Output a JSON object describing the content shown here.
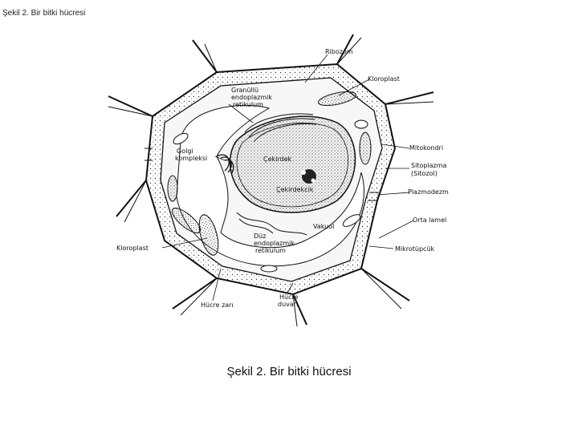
{
  "header": {
    "title": "Şekil 2. Bir bitki hücresi"
  },
  "figure": {
    "labels": {
      "ribozom": "Ribozom",
      "kloroplast_top": "Kloroplast",
      "granullu_1": "Granüllü",
      "granullu_2": "endoplazmik",
      "granullu_3": "retikulum",
      "golgi_1": "Golgi",
      "golgi_2": "kompleksi",
      "cekirdek": "Çekirdek",
      "cekirdekcik": "Çekirdekcik",
      "mitokondri": "Mitokondri",
      "sitoplazma": "Sitoplazma",
      "sitozol": "(Sitozol)",
      "plazmodezm": "Plazmodezm",
      "orta_lamel": "Orta lamel",
      "vakuol": "Vakuol",
      "duz_1": "Düz",
      "duz_2": "endoplazmik",
      "duz_3": "retikulum",
      "kloroplast_left": "Kloroplast",
      "mikrotupcuk": "Mikrotüpcük",
      "hucre_zari": "Hücre zarı",
      "hucre_1": "Hücre",
      "hucre_2": "duvarı"
    }
  },
  "caption": {
    "text": "Şekil 2. Bir bitki hücresi"
  }
}
